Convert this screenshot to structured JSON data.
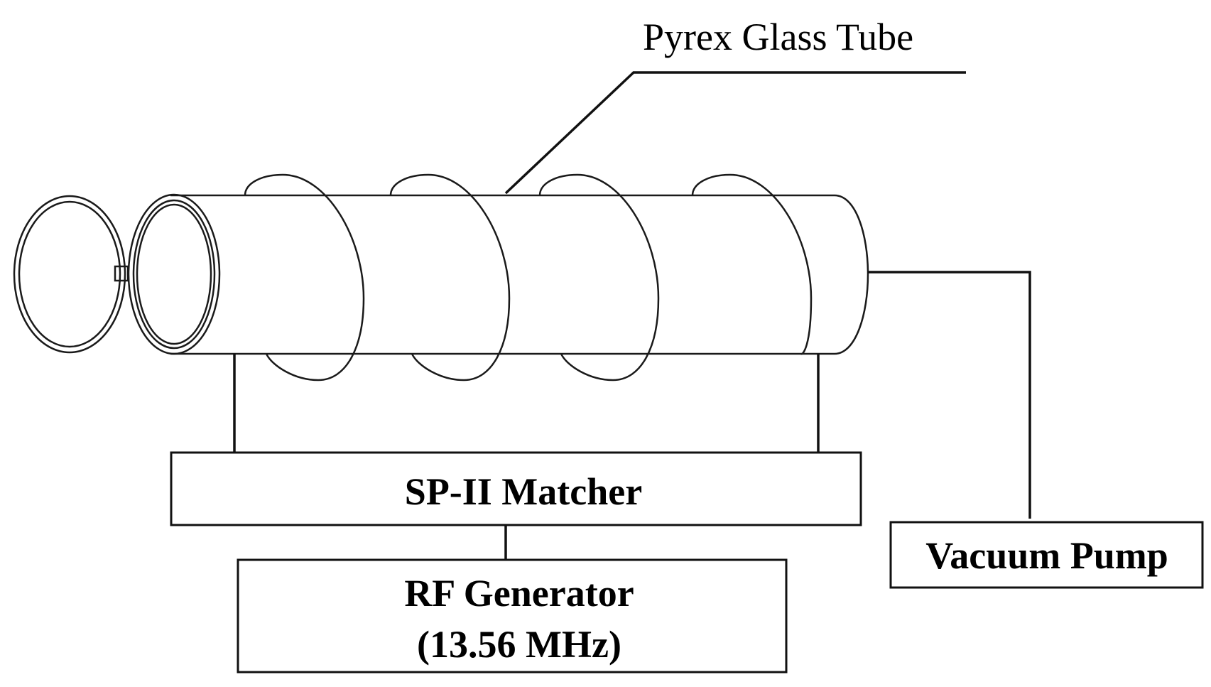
{
  "diagram": {
    "tube_label": "Pyrex Glass Tube",
    "matcher_label": "SP-II Matcher",
    "generator_line1": "RF Generator",
    "generator_line2": "(13.56 MHz)",
    "pump_label": "Vacuum Pump"
  }
}
